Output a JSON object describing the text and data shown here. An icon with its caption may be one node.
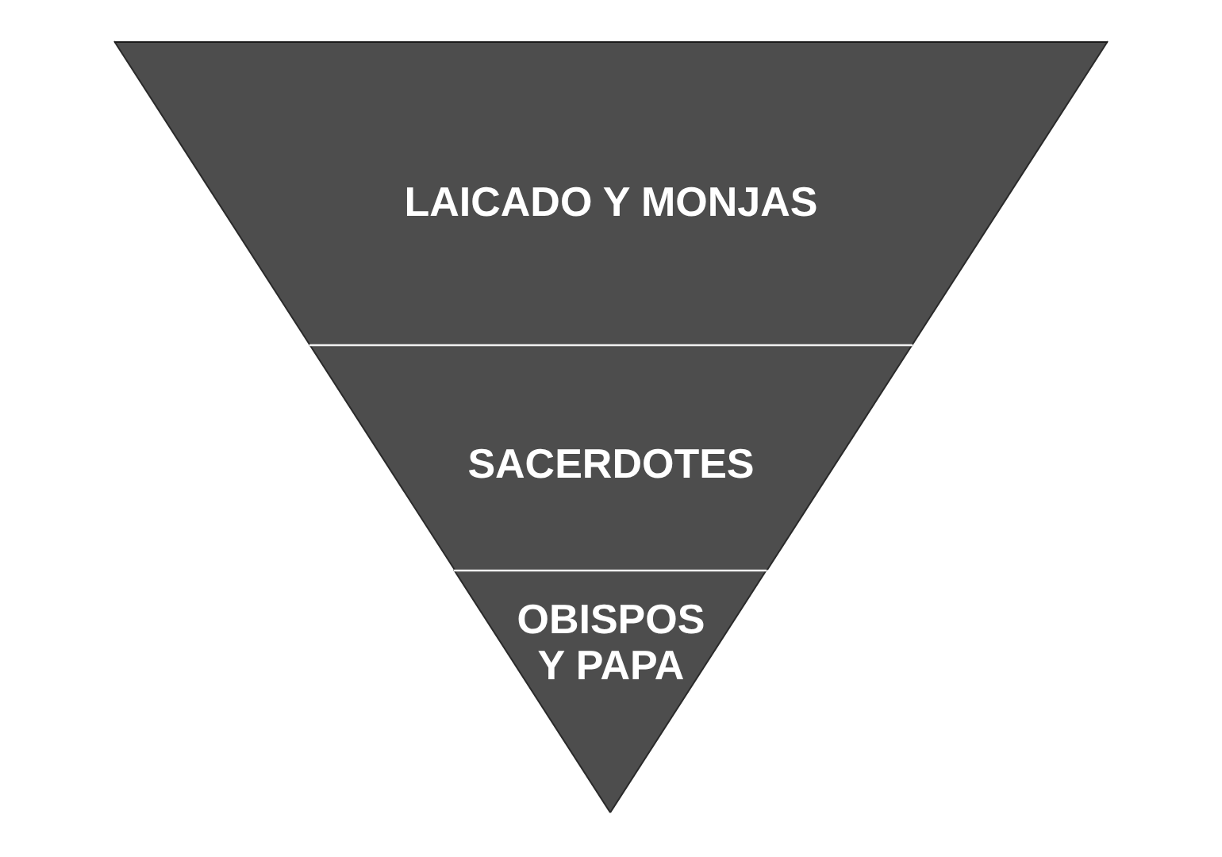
{
  "diagram": {
    "nodes": [
      {
        "text": [
          "LAICADO Y MONJAS"
        ]
      },
      {
        "text": [
          "SACERDOTES"
        ]
      },
      {
        "text": [
          "OBISPOS Y PAPA"
        ]
      }
    ]
  }
}
